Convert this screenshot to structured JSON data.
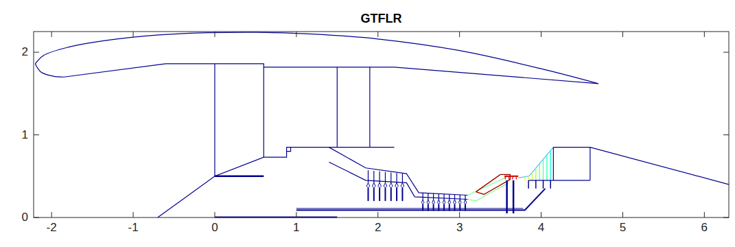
{
  "diagram": {
    "title": "GTFLR",
    "labels": [
      "-2",
      "-1",
      "0",
      "1",
      "2",
      "3",
      "4",
      "5",
      "6",
      "0",
      "1",
      "2"
    ]
  }
}
